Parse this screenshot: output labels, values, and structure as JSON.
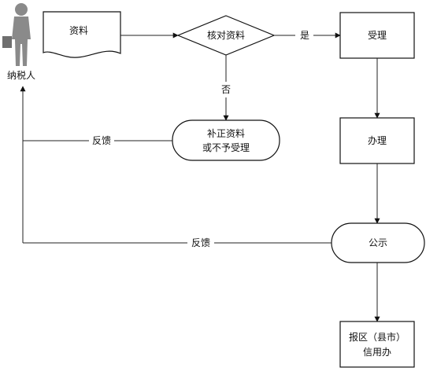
{
  "actor": {
    "label": "纳税人",
    "icon": "person-with-briefcase-icon"
  },
  "nodes": {
    "document": "资料",
    "decision": "核对资料",
    "accept": "受理",
    "reject_line1": "补正资料",
    "reject_line2": "或不予受理",
    "process": "办理",
    "publicize": "公示",
    "report_line1": "报区（县市）",
    "report_line2": "信用办"
  },
  "edges": {
    "yes": "是",
    "no": "否",
    "feedback_upper": "反馈",
    "feedback_lower": "反馈"
  }
}
